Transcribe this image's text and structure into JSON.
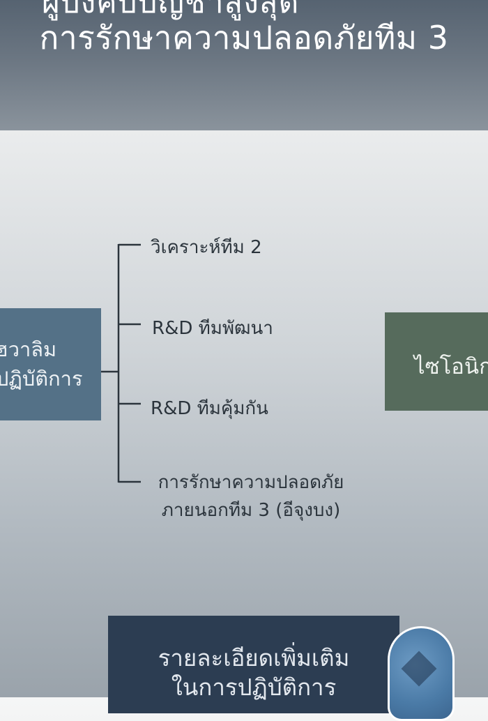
{
  "header": {
    "top_fragment": "ผู้บังคับบัญชาสูงสุด",
    "title": "การรักษาความปลอดภัยทีม 3"
  },
  "left_box": {
    "line1": "ฮวาลิม",
    "line2": "ปฏิบัติการ"
  },
  "right_box": {
    "label": "ไซโอนิก"
  },
  "branches": [
    {
      "label": "วิเคราะห์ทีม 2"
    },
    {
      "label": "R&D ทีมพัฒนา"
    },
    {
      "label": "R&D ทีมคุ้มกัน"
    },
    {
      "line1": "การรักษาความปลอดภัย",
      "line2": "ภายนอกทีม 3 (อีจุงบง)"
    }
  ],
  "bottom_box": {
    "line1": "รายละเอียดเพิ่มเติม",
    "line2": "ในการปฏิบัติการ"
  },
  "colors": {
    "header": "#5e6a77",
    "left_box": "#547187",
    "right_box": "#566b5c",
    "bottom_box": "#2c3d52",
    "connector": "#2b343c"
  }
}
